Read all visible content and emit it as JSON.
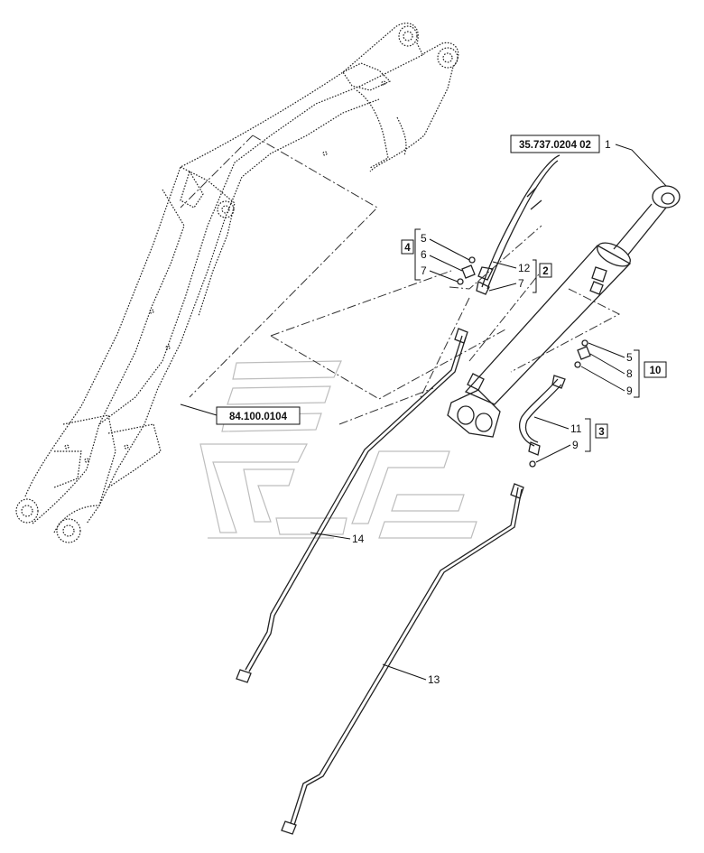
{
  "reference_boxes": {
    "cylinder_ref": "35.737.0204 02",
    "boom_ref": "84.100.0104"
  },
  "group_boxes": {
    "g4": "4",
    "g2": "2",
    "g10": "10",
    "g3": "3"
  },
  "callouts": {
    "c1": "1",
    "c5a": "5",
    "c6": "6",
    "c7a": "7",
    "c12": "12",
    "c7b": "7",
    "c5b": "5",
    "c8": "8",
    "c9a": "9",
    "c11": "11",
    "c9b": "9",
    "c14": "14",
    "c13": "13"
  },
  "colors": {
    "line": "#222222",
    "watermark": "#bdbdbd",
    "background": "#ffffff"
  }
}
